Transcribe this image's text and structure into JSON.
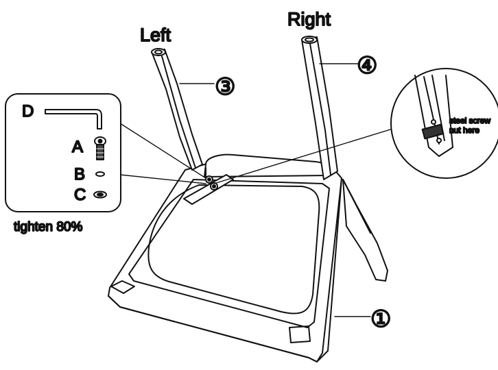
{
  "labels": {
    "left": "Left",
    "right": "Right",
    "part3": "③",
    "part4": "④",
    "part1": "①",
    "tighten": "tighten 80%",
    "screw_note_line1": "steel screw",
    "screw_note_line2": "nut here"
  },
  "hardware": {
    "d": "D",
    "a": "A",
    "b": "B",
    "c": "C"
  }
}
